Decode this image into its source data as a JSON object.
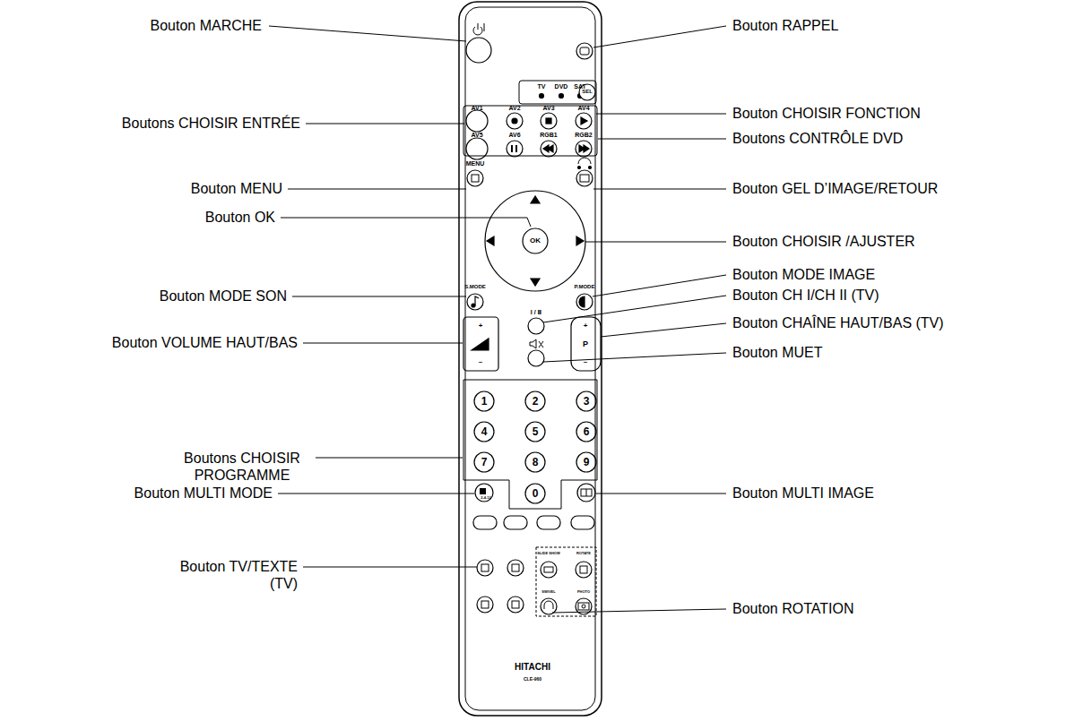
{
  "diagram": {
    "labels": [
      "Bouton MARCHE",
      "Boutons CHOISIR ENTRÉE",
      "Bouton MENU",
      "Bouton OK",
      "Bouton MODE SON",
      "Bouton VOLUME HAUT/BAS",
      "Boutons CHOISIR PROGRAMME",
      "Bouton MULTI MODE",
      "Bouton TV/TEXTE (TV)",
      "Bouton RAPPEL",
      "Bouton CHOISIR FONCTION",
      "Boutons CONTRÔLE DVD",
      "Bouton GEL D’IMAGE/RETOUR",
      "Bouton CHOISIR /AJUSTER",
      "Bouton MODE IMAGE",
      "Bouton CH I/CH II (TV)",
      "Bouton CHAÎNE HAUT/BAS (TV)",
      "Bouton MUET",
      "Bouton MULTI IMAGE",
      "Bouton ROTATION",
      "TV",
      "DVD",
      "SAT",
      "SEL",
      "AV1",
      "AV2",
      "AV3",
      "AV4",
      "AV5",
      "AV6",
      "RGB1",
      "RGB2",
      "MENU",
      "OK",
      "S.MODE",
      "P.MODE",
      "I / Ⅱ",
      "+",
      "–",
      "+",
      "P",
      "–",
      "1",
      "2",
      "3",
      "4",
      "5",
      "6",
      "7",
      "8",
      "9",
      "0",
      "2-4-12",
      "SLIDE SHOW",
      "ROTATE",
      "SWIVEL",
      "PHOTO",
      "HITACHI",
      "CLE-960"
    ]
  }
}
